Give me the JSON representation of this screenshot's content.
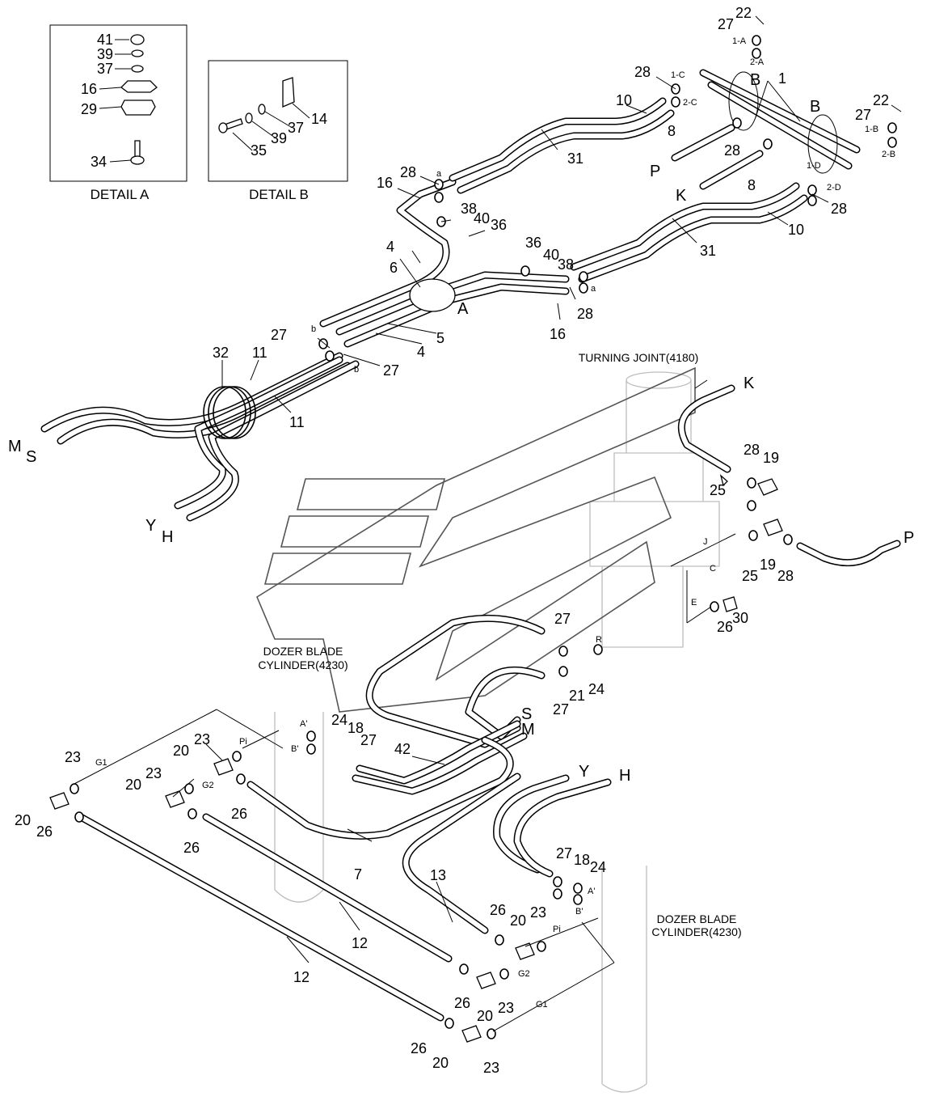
{
  "detail_a": {
    "title": "DETAIL A",
    "parts": [
      "41",
      "39",
      "37",
      "16",
      "29",
      "34"
    ]
  },
  "detail_b": {
    "title": "DETAIL B",
    "parts": [
      "14",
      "35",
      "39",
      "37"
    ]
  },
  "components": {
    "turning_joint": "TURNING JOINT(4180)",
    "dozer_blade_cylinder_left": [
      "DOZER BLADE",
      "CYLINDER(4230)"
    ],
    "dozer_blade_cylinder_right": [
      "DOZER BLADE",
      "CYLINDER(4230)"
    ]
  },
  "port_letters": {
    "A": "A",
    "B": "B",
    "B2": "B",
    "K_top": "K",
    "P_top": "P",
    "M_left": "M",
    "S_left": "S",
    "Y_left": "Y",
    "H_left": "H",
    "K_right": "K",
    "P_right": "P",
    "S_mid": "S",
    "M_mid": "M",
    "Y_lower": "Y",
    "H_lower": "H"
  },
  "small_labels": {
    "1A": "1-A",
    "2A": "2-A",
    "1C": "1-C",
    "2C": "2-C",
    "1B": "1-B",
    "2B": "2-B",
    "1D": "1-D",
    "2D": "2-D",
    "a1": "a",
    "a2": "a",
    "b1": "b",
    "b2": "b",
    "J": "J",
    "C": "C",
    "E": "E",
    "R": "R",
    "Aprime1": "A'",
    "Bprime1": "B'",
    "Aprime2": "A'",
    "Bprime2": "B'",
    "Pi1": "Pi",
    "G1_1": "G1",
    "G2_1": "G2",
    "Pi2": "Pi",
    "G2_2": "G2",
    "G1_2": "G1"
  },
  "callouts": {
    "n22a": "22",
    "n27a": "27",
    "n1": "1",
    "n28a": "28",
    "n10a": "10",
    "n27b": "27",
    "n22b": "22",
    "n8a": "8",
    "n28b": "28",
    "n8b": "8",
    "n31a": "31",
    "n28c": "28",
    "n16a": "16",
    "n38a": "38",
    "n40a": "40",
    "n36a": "36",
    "n4a": "4",
    "n6": "6",
    "n10b": "10",
    "n28d": "28",
    "n31b": "31",
    "n36b": "36",
    "n40b": "40",
    "n38b": "38",
    "n28e": "28",
    "n16b": "16",
    "n27c": "27",
    "n5": "5",
    "n4b": "4",
    "n27d": "27",
    "n32": "32",
    "n11a": "11",
    "n11b": "11",
    "n28f": "28",
    "n19a": "19",
    "n25a": "25",
    "n25b": "25",
    "n19b": "19",
    "n28g": "28",
    "n26a": "26",
    "n30": "30",
    "n27e": "27",
    "n21": "21",
    "n24a": "24",
    "n27f": "27",
    "n24b": "24",
    "n18a": "18",
    "n27g": "27",
    "n42": "42",
    "n23a": "23",
    "n20a": "20",
    "n23b": "23",
    "n20b": "20",
    "n26b": "26",
    "n23c": "23",
    "n20c": "20",
    "n26c": "26",
    "n26d": "26",
    "n7": "7",
    "n13": "13",
    "n12a": "12",
    "n12b": "12",
    "n27h": "27",
    "n18b": "18",
    "n24c": "24",
    "n26e": "26",
    "n20d": "20",
    "n23d": "23",
    "n26f": "26",
    "n20e": "20",
    "n23e": "23",
    "n26g": "26",
    "n20f": "20",
    "n23f": "23"
  }
}
